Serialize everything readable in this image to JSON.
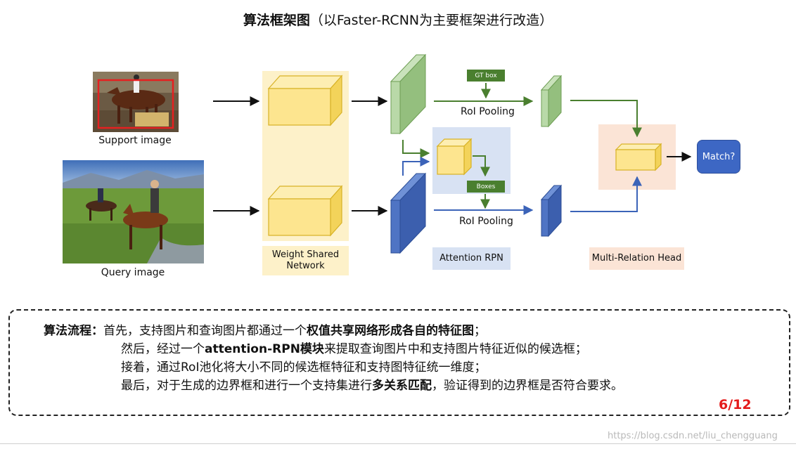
{
  "title": {
    "bold": "算法框架图",
    "rest": "（以Faster-RCNN为主要框架进行改造）"
  },
  "images": {
    "support_caption": "Support image",
    "query_caption": "Query image"
  },
  "modules": {
    "weight_shared": {
      "line1": "Weight Shared",
      "line2": "Network"
    },
    "attention_rpn": "Attention RPN",
    "multi_relation": "Multi-Relation Head",
    "gt_box": "GT box",
    "boxes": "Boxes",
    "roi_pooling_top": "RoI Pooling",
    "roi_pooling_bottom": "RoI Pooling",
    "match": "Match?"
  },
  "process": {
    "label": "算法流程：",
    "lines": [
      {
        "prefix": "首先，支持图片和查询图片都通过一个",
        "bold": "权值共享网络形成各自的特征图",
        "suffix": "；"
      },
      {
        "prefix": "然后，经过一个",
        "bold": "attention-RPN模块",
        "suffix": "来提取查询图片中和支持图片特征近似的候选框；"
      },
      {
        "prefix": "接着，通过RoI池化将大小不同的候选框特征和支持图特征统一维度；",
        "bold": "",
        "suffix": ""
      },
      {
        "prefix": "最后，对于生成的边界框和进行一个支持集进行",
        "bold": "多关系匹配",
        "suffix": "，验证得到的边界框是否符合要求。"
      }
    ]
  },
  "page_number": "6/12",
  "watermark": "https://blog.csdn.net/liu_chengguang",
  "colors": {
    "green": "#4a7f2f",
    "light_green": "#a9cf97",
    "blue": "#3b63b8",
    "yellow_cube": "#fde58f",
    "yellow_panel": "#fdf1c9",
    "blue_panel": "#d8e2f3",
    "peach_panel": "#fbe4d6",
    "match_box": "#3d67c4",
    "page_number": "#e41b1b"
  }
}
